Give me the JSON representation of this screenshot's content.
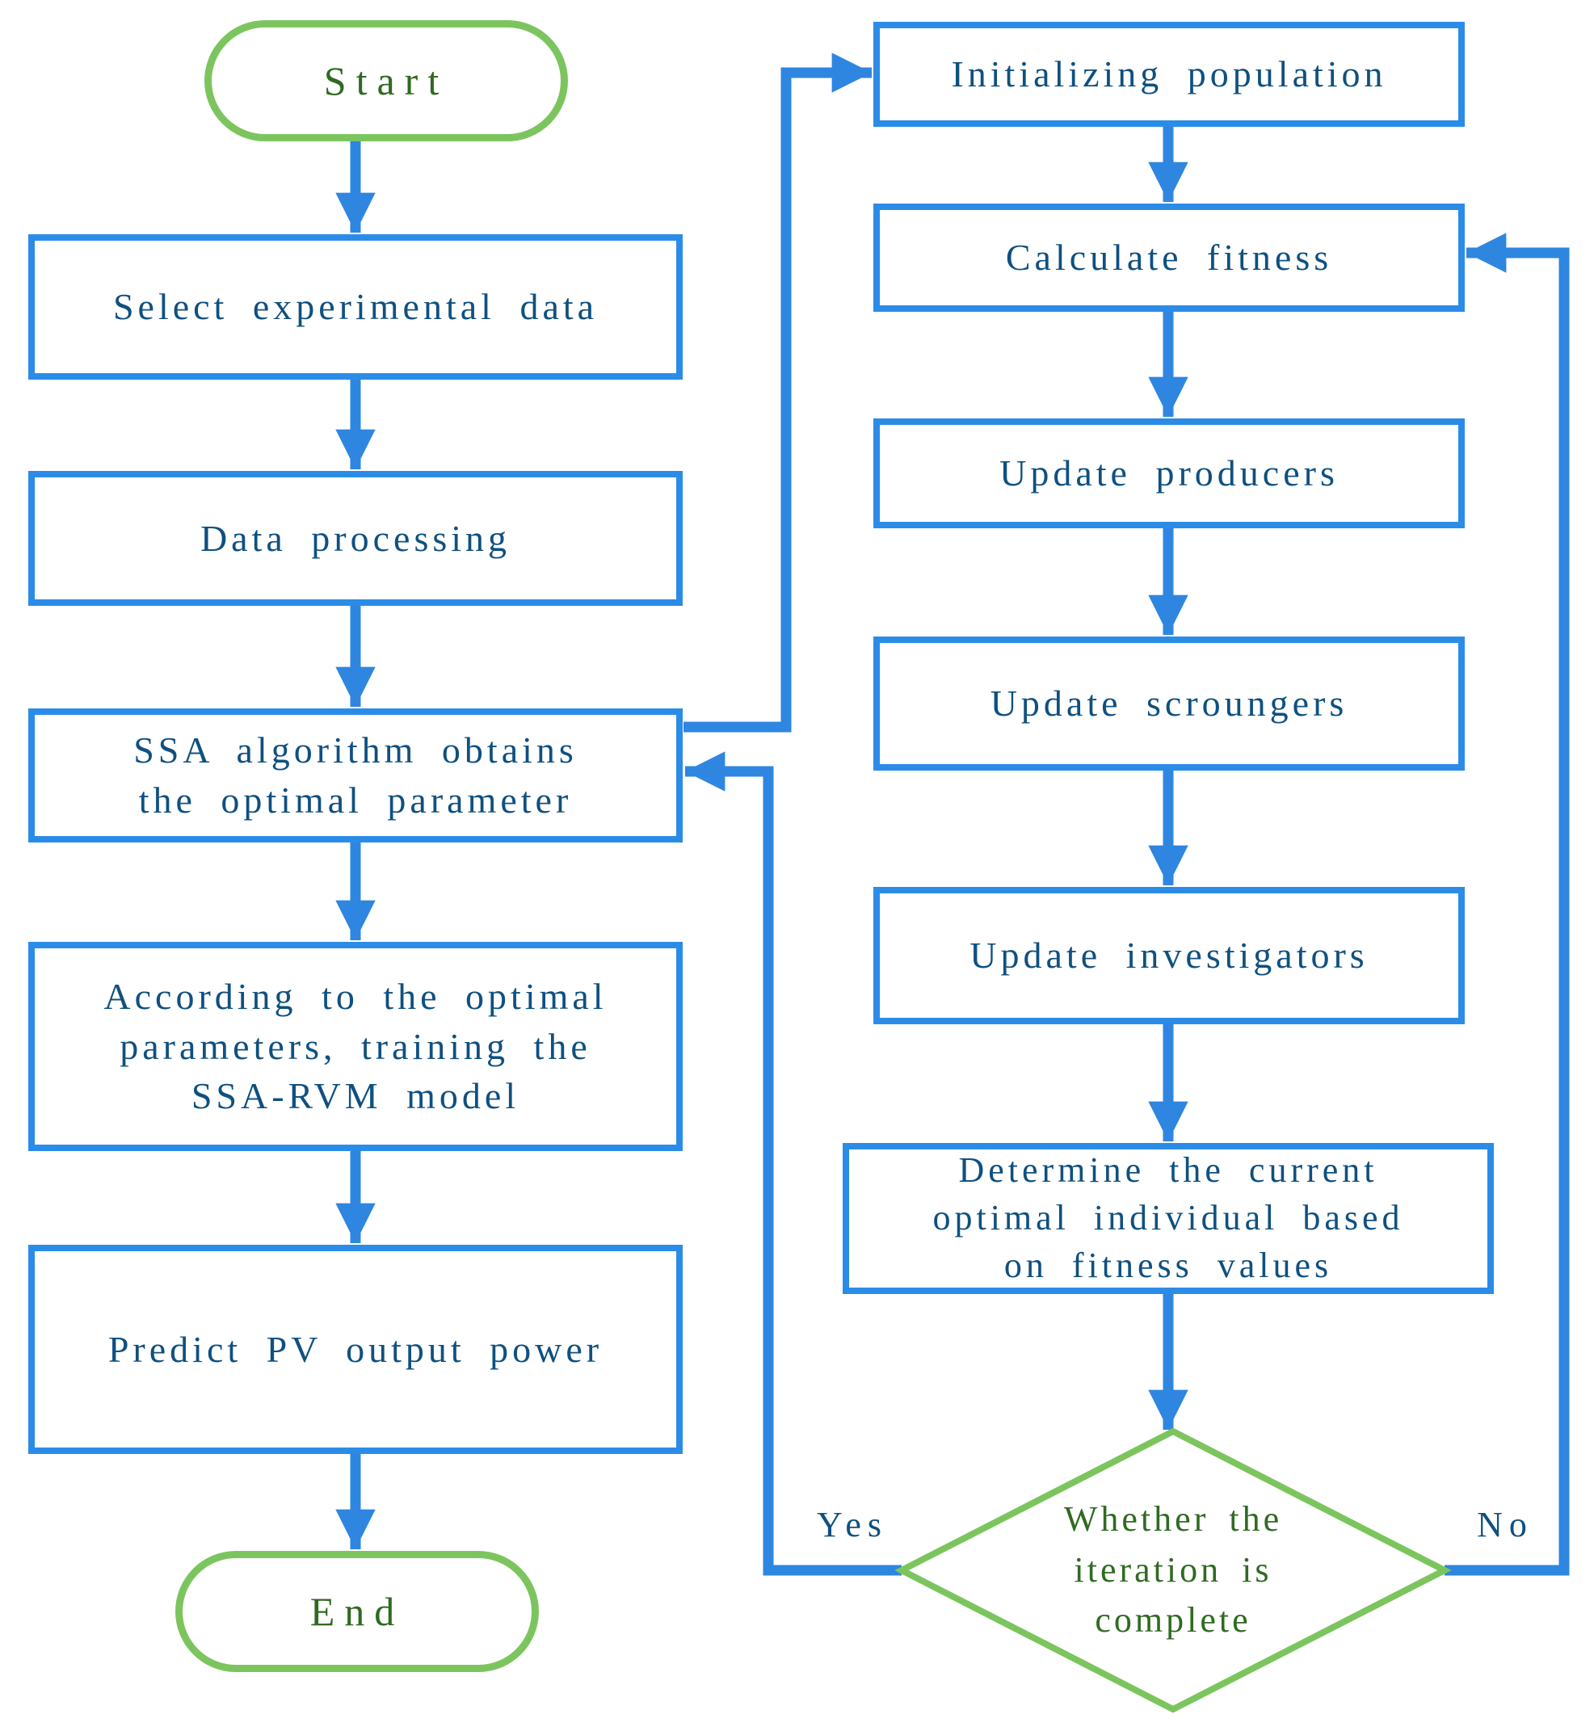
{
  "colors": {
    "bg": "#ffffff",
    "border_blue": "#2b8ce8",
    "arrow_blue": "#2e86e0",
    "text_blue": "#0f5080",
    "green_border": "#7cc55e",
    "green_text": "#2f6a20",
    "diamond_text_green": "#2f6b22"
  },
  "nodes": {
    "start": {
      "label": "Start"
    },
    "select": {
      "label": "Select experimental data"
    },
    "data_processing": {
      "label": "Data processing"
    },
    "ssa": {
      "label": "SSA algorithm obtains\nthe optimal parameter"
    },
    "according": {
      "label": "According to the optimal\nparameters, training the\nSSA-RVM model"
    },
    "predict": {
      "label": "Predict PV output power"
    },
    "end": {
      "label": "End"
    },
    "initializing": {
      "label": "Initializing population"
    },
    "calculate": {
      "label": "Calculate fitness"
    },
    "producers": {
      "label": "Update producers"
    },
    "scroungers": {
      "label": "Update scroungers"
    },
    "investigators": {
      "label": "Update investigators"
    },
    "determine": {
      "label": "Determine the current\noptimal individual based\non fitness values"
    },
    "decision": {
      "label": "Whether the\niteration is\ncomplete"
    }
  },
  "edge_labels": {
    "yes": "Yes",
    "no": "No"
  }
}
